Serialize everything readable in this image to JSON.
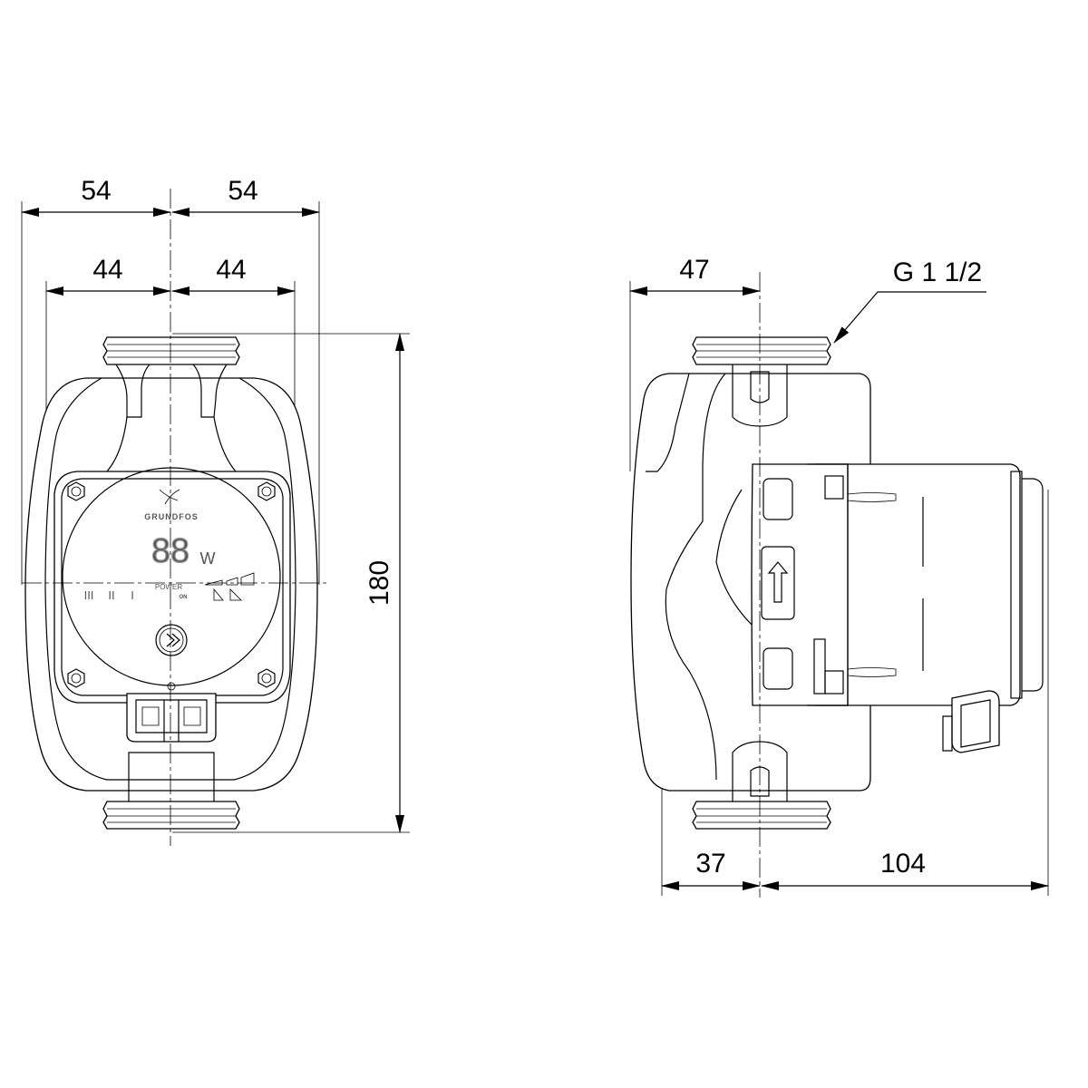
{
  "front_view": {
    "dim_top_left": "54",
    "dim_top_right": "54",
    "dim_mid_left": "44",
    "dim_mid_right": "44",
    "dim_height": "180",
    "brand": "GRUNDFOS",
    "display_digits": "88",
    "display_unit": "W",
    "power_label": "POWER",
    "power_state": "ON",
    "speed_marks": [
      "III",
      "II",
      "I"
    ]
  },
  "side_view": {
    "dim_top": "47",
    "thread_callout": "G 1 1/2",
    "dim_bottom_left": "37",
    "dim_bottom_right": "104"
  },
  "icons": [
    "grundfos-logo-icon",
    "mode-button-icon",
    "flow-direction-arrow-icon",
    "pressure-curve-icon"
  ]
}
